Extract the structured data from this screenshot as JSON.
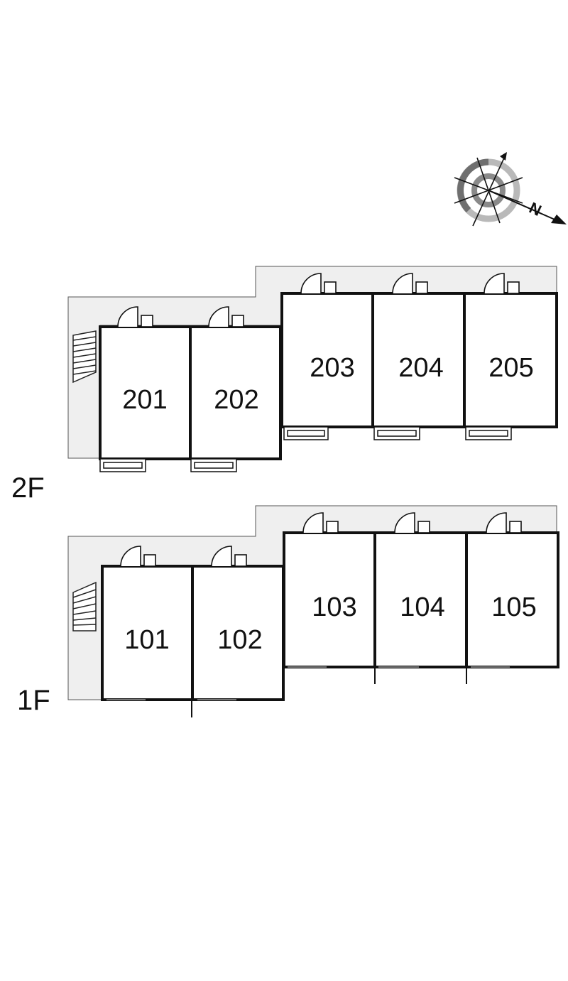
{
  "floors": [
    {
      "label": "2F",
      "rooms": [
        "201",
        "202",
        "203",
        "204",
        "205"
      ]
    },
    {
      "label": "1F",
      "rooms": [
        "101",
        "102",
        "103",
        "104",
        "105"
      ]
    }
  ],
  "compass": {
    "label": "N"
  },
  "colors": {
    "corridor": "#efefef",
    "wall": "#111111"
  }
}
